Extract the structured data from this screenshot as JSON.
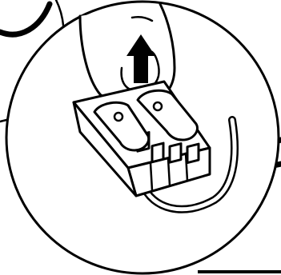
{
  "figure": {
    "kind": "instruction-illustration",
    "step_action": "lift-lever-up",
    "icons": [
      "zoom-detail-circle",
      "finger",
      "arrow-up-icon",
      "wire-connector",
      "lever",
      "wire"
    ],
    "colors": {
      "ink": "#000000",
      "paper": "#ffffff"
    }
  }
}
